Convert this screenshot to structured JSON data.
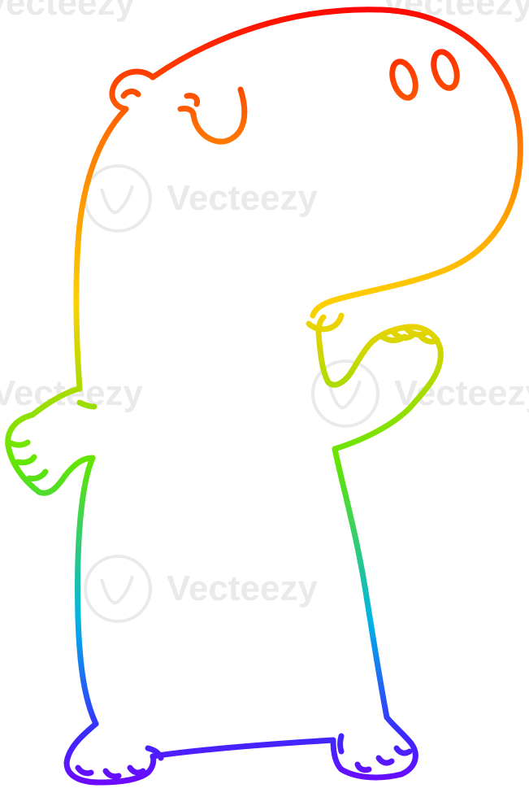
{
  "watermark": {
    "text": "Vecteezy"
  },
  "illustration": {
    "subject": "cartoon hippo",
    "style": "rainbow gradient line art",
    "gradient_colors": [
      "#ff0000",
      "#ff7a00",
      "#ffd000",
      "#62e600",
      "#00b3e6",
      "#3a2bff",
      "#7a00ff"
    ]
  }
}
